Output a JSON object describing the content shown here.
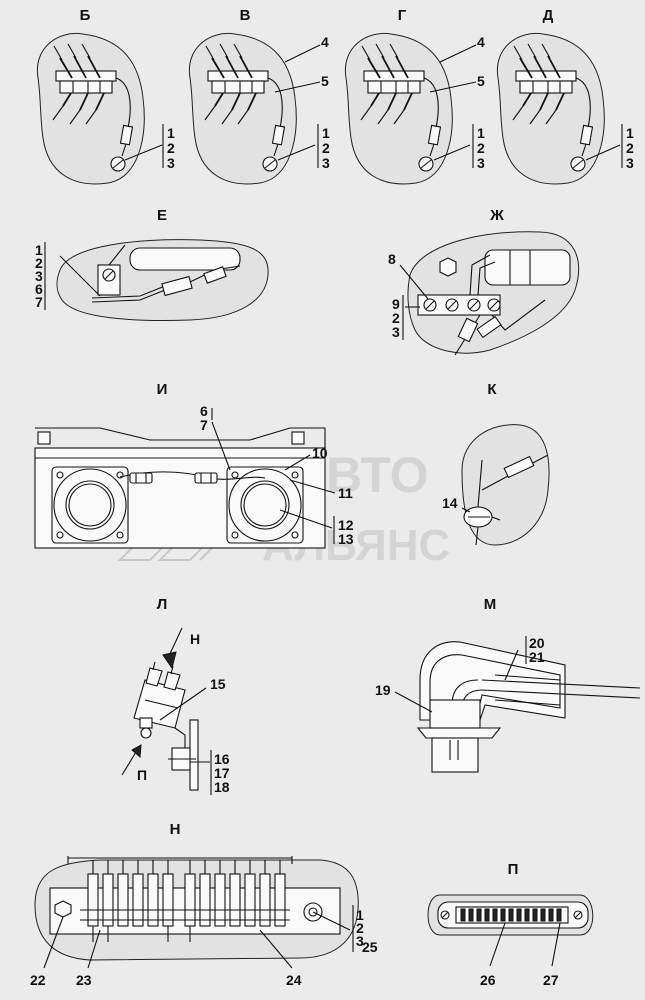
{
  "views": [
    {
      "id": "b",
      "title": "Б"
    },
    {
      "id": "v",
      "title": "В"
    },
    {
      "id": "g",
      "title": "Г"
    },
    {
      "id": "d",
      "title": "Д"
    },
    {
      "id": "e",
      "title": "Е"
    },
    {
      "id": "zh",
      "title": "Ж"
    },
    {
      "id": "i",
      "title": "И"
    },
    {
      "id": "k",
      "title": "К"
    },
    {
      "id": "l",
      "title": "Л"
    },
    {
      "id": "m",
      "title": "М"
    },
    {
      "id": "n",
      "title": "Н"
    },
    {
      "id": "p",
      "title": "П"
    }
  ],
  "labels": {
    "v": [
      "4",
      "5",
      "1",
      "2",
      "3"
    ],
    "b": [
      "1",
      "2",
      "3"
    ],
    "g": [
      "4",
      "5",
      "1",
      "2",
      "3"
    ],
    "d": [
      "1",
      "2",
      "3"
    ],
    "e": [
      "1",
      "2",
      "3",
      "6",
      "7"
    ],
    "zh": [
      "8",
      "9",
      "2",
      "3"
    ],
    "i": [
      "6",
      "7",
      "10",
      "11",
      "12",
      "13"
    ],
    "k": [
      "14"
    ],
    "l": [
      "Н",
      "П",
      "15",
      "16",
      "17",
      "18"
    ],
    "m": [
      "19",
      "20",
      "21"
    ],
    "n": [
      "1",
      "2",
      "3",
      "25",
      "22",
      "23",
      "24"
    ],
    "p": [
      "26",
      "27"
    ]
  },
  "watermark": {
    "line1": "АВТО",
    "line2": "АЛЬЯНС"
  }
}
